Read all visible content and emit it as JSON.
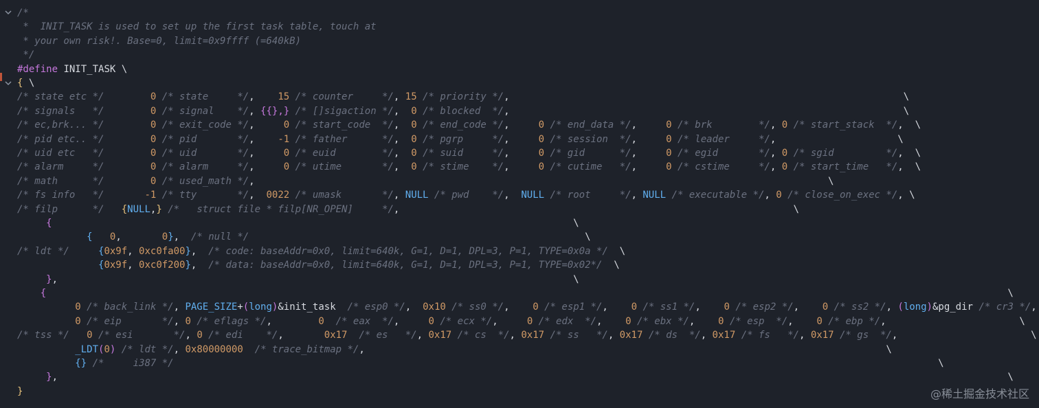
{
  "watermark": "@稀土掘金技术社区",
  "lines": [
    [
      [
        "c",
        "/*"
      ]
    ],
    [
      [
        "c",
        " *  INIT_TASK is used to set up the first task table, touch at"
      ]
    ],
    [
      [
        "c",
        " * your own risk!. Base=0, limit=0x9ffff (=640kB)"
      ]
    ],
    [
      [
        "c",
        " */"
      ]
    ],
    [
      [
        "m",
        "#define"
      ],
      [
        "w",
        " INIT_TASK \\"
      ]
    ],
    [
      [
        "b",
        "{"
      ],
      [
        "w",
        " \\"
      ]
    ],
    [
      [
        "c",
        "/* state etc */"
      ],
      [
        "p",
        "        "
      ],
      [
        "n",
        "0"
      ],
      [
        "c",
        " /* state     */"
      ],
      [
        "p",
        ",    "
      ],
      [
        "n",
        "15"
      ],
      [
        "c",
        " /* counter     */"
      ],
      [
        "p",
        ", "
      ],
      [
        "n",
        "15"
      ],
      [
        "c",
        " /* priority */"
      ],
      [
        "p",
        ","
      ],
      [
        "p",
        "                                                                    \\"
      ]
    ],
    [
      [
        "c",
        "/* signals   */"
      ],
      [
        "p",
        "        "
      ],
      [
        "n",
        "0"
      ],
      [
        "c",
        " /* signal    */"
      ],
      [
        "p",
        ", "
      ],
      [
        "ps",
        "{{},}"
      ],
      [
        "c",
        " /* []sigaction */"
      ],
      [
        "p",
        ",  "
      ],
      [
        "n",
        "0"
      ],
      [
        "c",
        " /* blocked  */"
      ],
      [
        "p",
        ","
      ],
      [
        "p",
        "                                                                    \\"
      ]
    ],
    [
      [
        "c",
        "/* ec,brk... */"
      ],
      [
        "p",
        "        "
      ],
      [
        "n",
        "0"
      ],
      [
        "c",
        " /* exit_code */"
      ],
      [
        "p",
        ",     "
      ],
      [
        "n",
        "0"
      ],
      [
        "c",
        " /* start_code  */"
      ],
      [
        "p",
        ",  "
      ],
      [
        "n",
        "0"
      ],
      [
        "c",
        " /* end_code */"
      ],
      [
        "p",
        ",     "
      ],
      [
        "n",
        "0"
      ],
      [
        "c",
        " /* end_data */"
      ],
      [
        "p",
        ",     "
      ],
      [
        "n",
        "0"
      ],
      [
        "c",
        " /* brk        */"
      ],
      [
        "p",
        ", "
      ],
      [
        "n",
        "0"
      ],
      [
        "c",
        " /* start_stack  */"
      ],
      [
        "p",
        ",  \\"
      ]
    ],
    [
      [
        "c",
        "/* pid etc.. */"
      ],
      [
        "p",
        "        "
      ],
      [
        "n",
        "0"
      ],
      [
        "c",
        " /* pid       */"
      ],
      [
        "p",
        ",    "
      ],
      [
        "n",
        "-1"
      ],
      [
        "c",
        " /* father      */"
      ],
      [
        "p",
        ",  "
      ],
      [
        "n",
        "0"
      ],
      [
        "c",
        " /* pgrp     */"
      ],
      [
        "p",
        ",     "
      ],
      [
        "n",
        "0"
      ],
      [
        "c",
        " /* session  */"
      ],
      [
        "p",
        ",     "
      ],
      [
        "n",
        "0"
      ],
      [
        "c",
        " /* leader     */"
      ],
      [
        "p",
        ",                     \\"
      ]
    ],
    [
      [
        "c",
        "/* uid etc   */"
      ],
      [
        "p",
        "        "
      ],
      [
        "n",
        "0"
      ],
      [
        "c",
        " /* uid       */"
      ],
      [
        "p",
        ",     "
      ],
      [
        "n",
        "0"
      ],
      [
        "c",
        " /* euid        */"
      ],
      [
        "p",
        ",  "
      ],
      [
        "n",
        "0"
      ],
      [
        "c",
        " /* suid     */"
      ],
      [
        "p",
        ",     "
      ],
      [
        "n",
        "0"
      ],
      [
        "c",
        " /* gid      */"
      ],
      [
        "p",
        ",     "
      ],
      [
        "n",
        "0"
      ],
      [
        "c",
        " /* egid       */"
      ],
      [
        "p",
        ", "
      ],
      [
        "n",
        "0"
      ],
      [
        "c",
        " /* sgid         */"
      ],
      [
        "p",
        ",  \\"
      ]
    ],
    [
      [
        "c",
        "/* alarm     */"
      ],
      [
        "p",
        "        "
      ],
      [
        "n",
        "0"
      ],
      [
        "c",
        " /* alarm     */"
      ],
      [
        "p",
        ",     "
      ],
      [
        "n",
        "0"
      ],
      [
        "c",
        " /* utime       */"
      ],
      [
        "p",
        ",  "
      ],
      [
        "n",
        "0"
      ],
      [
        "c",
        " /* stime    */"
      ],
      [
        "p",
        ",     "
      ],
      [
        "n",
        "0"
      ],
      [
        "c",
        " /* cutime   */"
      ],
      [
        "p",
        ",     "
      ],
      [
        "n",
        "0"
      ],
      [
        "c",
        " /* cstime     */"
      ],
      [
        "p",
        ", "
      ],
      [
        "n",
        "0"
      ],
      [
        "c",
        " /* start_time   */"
      ],
      [
        "p",
        ",  \\"
      ]
    ],
    [
      [
        "c",
        "/* math      */"
      ],
      [
        "p",
        "        "
      ],
      [
        "n",
        "0"
      ],
      [
        "c",
        " /* used_math */"
      ],
      [
        "p",
        ","
      ],
      [
        "p",
        "                                                                                                   \\"
      ]
    ],
    [
      [
        "c",
        "/* fs info   */"
      ],
      [
        "p",
        "       "
      ],
      [
        "n",
        "-1"
      ],
      [
        "c",
        " /* tty       */"
      ],
      [
        "p",
        ",  "
      ],
      [
        "n",
        "0022"
      ],
      [
        "c",
        " /* umask       */"
      ],
      [
        "p",
        ", "
      ],
      [
        "k",
        "NULL"
      ],
      [
        "c",
        " /* pwd    */"
      ],
      [
        "p",
        ",  "
      ],
      [
        "k",
        "NULL"
      ],
      [
        "c",
        " /* root     */"
      ],
      [
        "p",
        ", "
      ],
      [
        "k",
        "NULL"
      ],
      [
        "c",
        " /* executable */"
      ],
      [
        "p",
        ", "
      ],
      [
        "n",
        "0"
      ],
      [
        "c",
        " /* close_on_exec */"
      ],
      [
        "p",
        ", \\"
      ]
    ],
    [
      [
        "c",
        "/* filp      */"
      ],
      [
        "p",
        "   "
      ],
      [
        "b",
        "{"
      ],
      [
        "k",
        "NULL"
      ],
      [
        "p",
        ","
      ],
      [
        "b",
        "}"
      ],
      [
        "c",
        " /*   struct file * filp[NR_OPEN]     */"
      ],
      [
        "p",
        ","
      ],
      [
        "p",
        "                                                                    \\"
      ]
    ],
    [
      [
        "p",
        "     "
      ],
      [
        "ps",
        "{"
      ],
      [
        "p",
        "                                                                                          \\"
      ]
    ],
    [
      [
        "p",
        "            "
      ],
      [
        "k",
        "{"
      ],
      [
        "p",
        "   "
      ],
      [
        "n",
        "0"
      ],
      [
        "p",
        ",       "
      ],
      [
        "n",
        "0"
      ],
      [
        "k",
        "}"
      ],
      [
        "p",
        ",  "
      ],
      [
        "c",
        "/* null */"
      ],
      [
        "p",
        "                                                          \\"
      ]
    ],
    [
      [
        "c",
        "/* ldt */"
      ],
      [
        "p",
        "     "
      ],
      [
        "k",
        "{"
      ],
      [
        "n",
        "0x9f"
      ],
      [
        "p",
        ", "
      ],
      [
        "n",
        "0xc0fa00"
      ],
      [
        "k",
        "}"
      ],
      [
        "p",
        ",  "
      ],
      [
        "c",
        "/* code: baseAddr=0x0, limit=640k, G=1, D=1, DPL=3, P=1, TYPE=0x0a */"
      ],
      [
        "p",
        "  \\"
      ]
    ],
    [
      [
        "p",
        "              "
      ],
      [
        "k",
        "{"
      ],
      [
        "n",
        "0x9f"
      ],
      [
        "p",
        ", "
      ],
      [
        "n",
        "0xc0f200"
      ],
      [
        "k",
        "}"
      ],
      [
        "p",
        ",  "
      ],
      [
        "c",
        "/* data: baseAddr=0x0, limit=640k, G=1, D=1, DPL=3, P=1, TYPE=0x02*/"
      ],
      [
        "p",
        "  \\"
      ]
    ],
    [
      [
        "p",
        "     "
      ],
      [
        "ps",
        "}"
      ],
      [
        "p",
        ","
      ],
      [
        "p",
        "                                                                                         \\"
      ]
    ],
    [
      [
        "p",
        "    "
      ],
      [
        "ps",
        "{"
      ],
      [
        "p",
        "                                                                                                                                                                      \\"
      ]
    ],
    [
      [
        "p",
        "          "
      ],
      [
        "n",
        "0"
      ],
      [
        "c",
        " /* back_link */"
      ],
      [
        "p",
        ", "
      ],
      [
        "k",
        "PAGE_SIZE"
      ],
      [
        "p",
        "+"
      ],
      [
        "ps",
        "("
      ],
      [
        "k",
        "long"
      ],
      [
        "ps",
        ")"
      ],
      [
        "p",
        "&init_task"
      ],
      [
        "c",
        "  /* esp0 */"
      ],
      [
        "p",
        ",  "
      ],
      [
        "n",
        "0x10"
      ],
      [
        "c",
        " /* ss0 */"
      ],
      [
        "p",
        ",    "
      ],
      [
        "n",
        "0"
      ],
      [
        "c",
        " /* esp1 */"
      ],
      [
        "p",
        ",    "
      ],
      [
        "n",
        "0"
      ],
      [
        "c",
        " /* ss1 */"
      ],
      [
        "p",
        ",    "
      ],
      [
        "n",
        "0"
      ],
      [
        "c",
        " /* esp2 */"
      ],
      [
        "p",
        ",    "
      ],
      [
        "n",
        "0"
      ],
      [
        "c",
        " /* ss2 */"
      ],
      [
        "p",
        ", "
      ],
      [
        "ps",
        "("
      ],
      [
        "k",
        "long"
      ],
      [
        "ps",
        ")"
      ],
      [
        "p",
        "&pg_dir"
      ],
      [
        "c",
        " /* cr3 */"
      ],
      [
        "p",
        ", \\"
      ]
    ],
    [
      [
        "p",
        "          "
      ],
      [
        "n",
        "0"
      ],
      [
        "c",
        " /* eip       */"
      ],
      [
        "p",
        ", "
      ],
      [
        "n",
        "0"
      ],
      [
        "c",
        " /* eflags */"
      ],
      [
        "p",
        ",        "
      ],
      [
        "n",
        "0"
      ],
      [
        "c",
        "  /* eax  */"
      ],
      [
        "p",
        ",     "
      ],
      [
        "n",
        "0"
      ],
      [
        "c",
        " /* ecx */"
      ],
      [
        "p",
        ",     "
      ],
      [
        "n",
        "0"
      ],
      [
        "c",
        " /* edx  */"
      ],
      [
        "p",
        ",    "
      ],
      [
        "n",
        "0"
      ],
      [
        "c",
        " /* ebx */"
      ],
      [
        "p",
        ",    "
      ],
      [
        "n",
        "0"
      ],
      [
        "c",
        " /* esp  */"
      ],
      [
        "p",
        ",    "
      ],
      [
        "n",
        "0"
      ],
      [
        "c",
        " /* ebp */"
      ],
      [
        "p",
        ",                       \\"
      ]
    ],
    [
      [
        "c",
        "/* tss */"
      ],
      [
        "p",
        "   "
      ],
      [
        "n",
        "0"
      ],
      [
        "c",
        " /* esi       */"
      ],
      [
        "p",
        ", "
      ],
      [
        "n",
        "0"
      ],
      [
        "c",
        " /* edi    */"
      ],
      [
        "p",
        ",       "
      ],
      [
        "n",
        "0x17"
      ],
      [
        "c",
        "  /* es   */"
      ],
      [
        "p",
        ", "
      ],
      [
        "n",
        "0x17"
      ],
      [
        "c",
        " /* cs  */"
      ],
      [
        "p",
        ", "
      ],
      [
        "n",
        "0x17"
      ],
      [
        "c",
        " /* ss   */"
      ],
      [
        "p",
        ", "
      ],
      [
        "n",
        "0x17"
      ],
      [
        "c",
        " /* ds  */"
      ],
      [
        "p",
        ", "
      ],
      [
        "n",
        "0x17"
      ],
      [
        "c",
        " /* fs   */"
      ],
      [
        "p",
        ", "
      ],
      [
        "n",
        "0x17"
      ],
      [
        "c",
        " /* gs  */"
      ],
      [
        "p",
        ",                       \\"
      ]
    ],
    [
      [
        "p",
        "          "
      ],
      [
        "k",
        "_LDT"
      ],
      [
        "ps",
        "("
      ],
      [
        "n",
        "0"
      ],
      [
        "ps",
        ")"
      ],
      [
        "c",
        " /* ldt */"
      ],
      [
        "p",
        ", "
      ],
      [
        "n",
        "0x80000000"
      ],
      [
        "c",
        "  /* trace_bitmap */"
      ],
      [
        "p",
        ","
      ],
      [
        "p",
        "                                                                                          \\"
      ]
    ],
    [
      [
        "p",
        "          "
      ],
      [
        "k",
        "{}"
      ],
      [
        "c",
        " /*     i387 */"
      ],
      [
        "p",
        "                                                                                                                                    \\"
      ]
    ],
    [
      [
        "p",
        "     "
      ],
      [
        "ps",
        "}"
      ],
      [
        "p",
        ","
      ],
      [
        "p",
        "                                                                                                                                                                    \\"
      ]
    ],
    [
      [
        "b",
        "}"
      ]
    ]
  ]
}
